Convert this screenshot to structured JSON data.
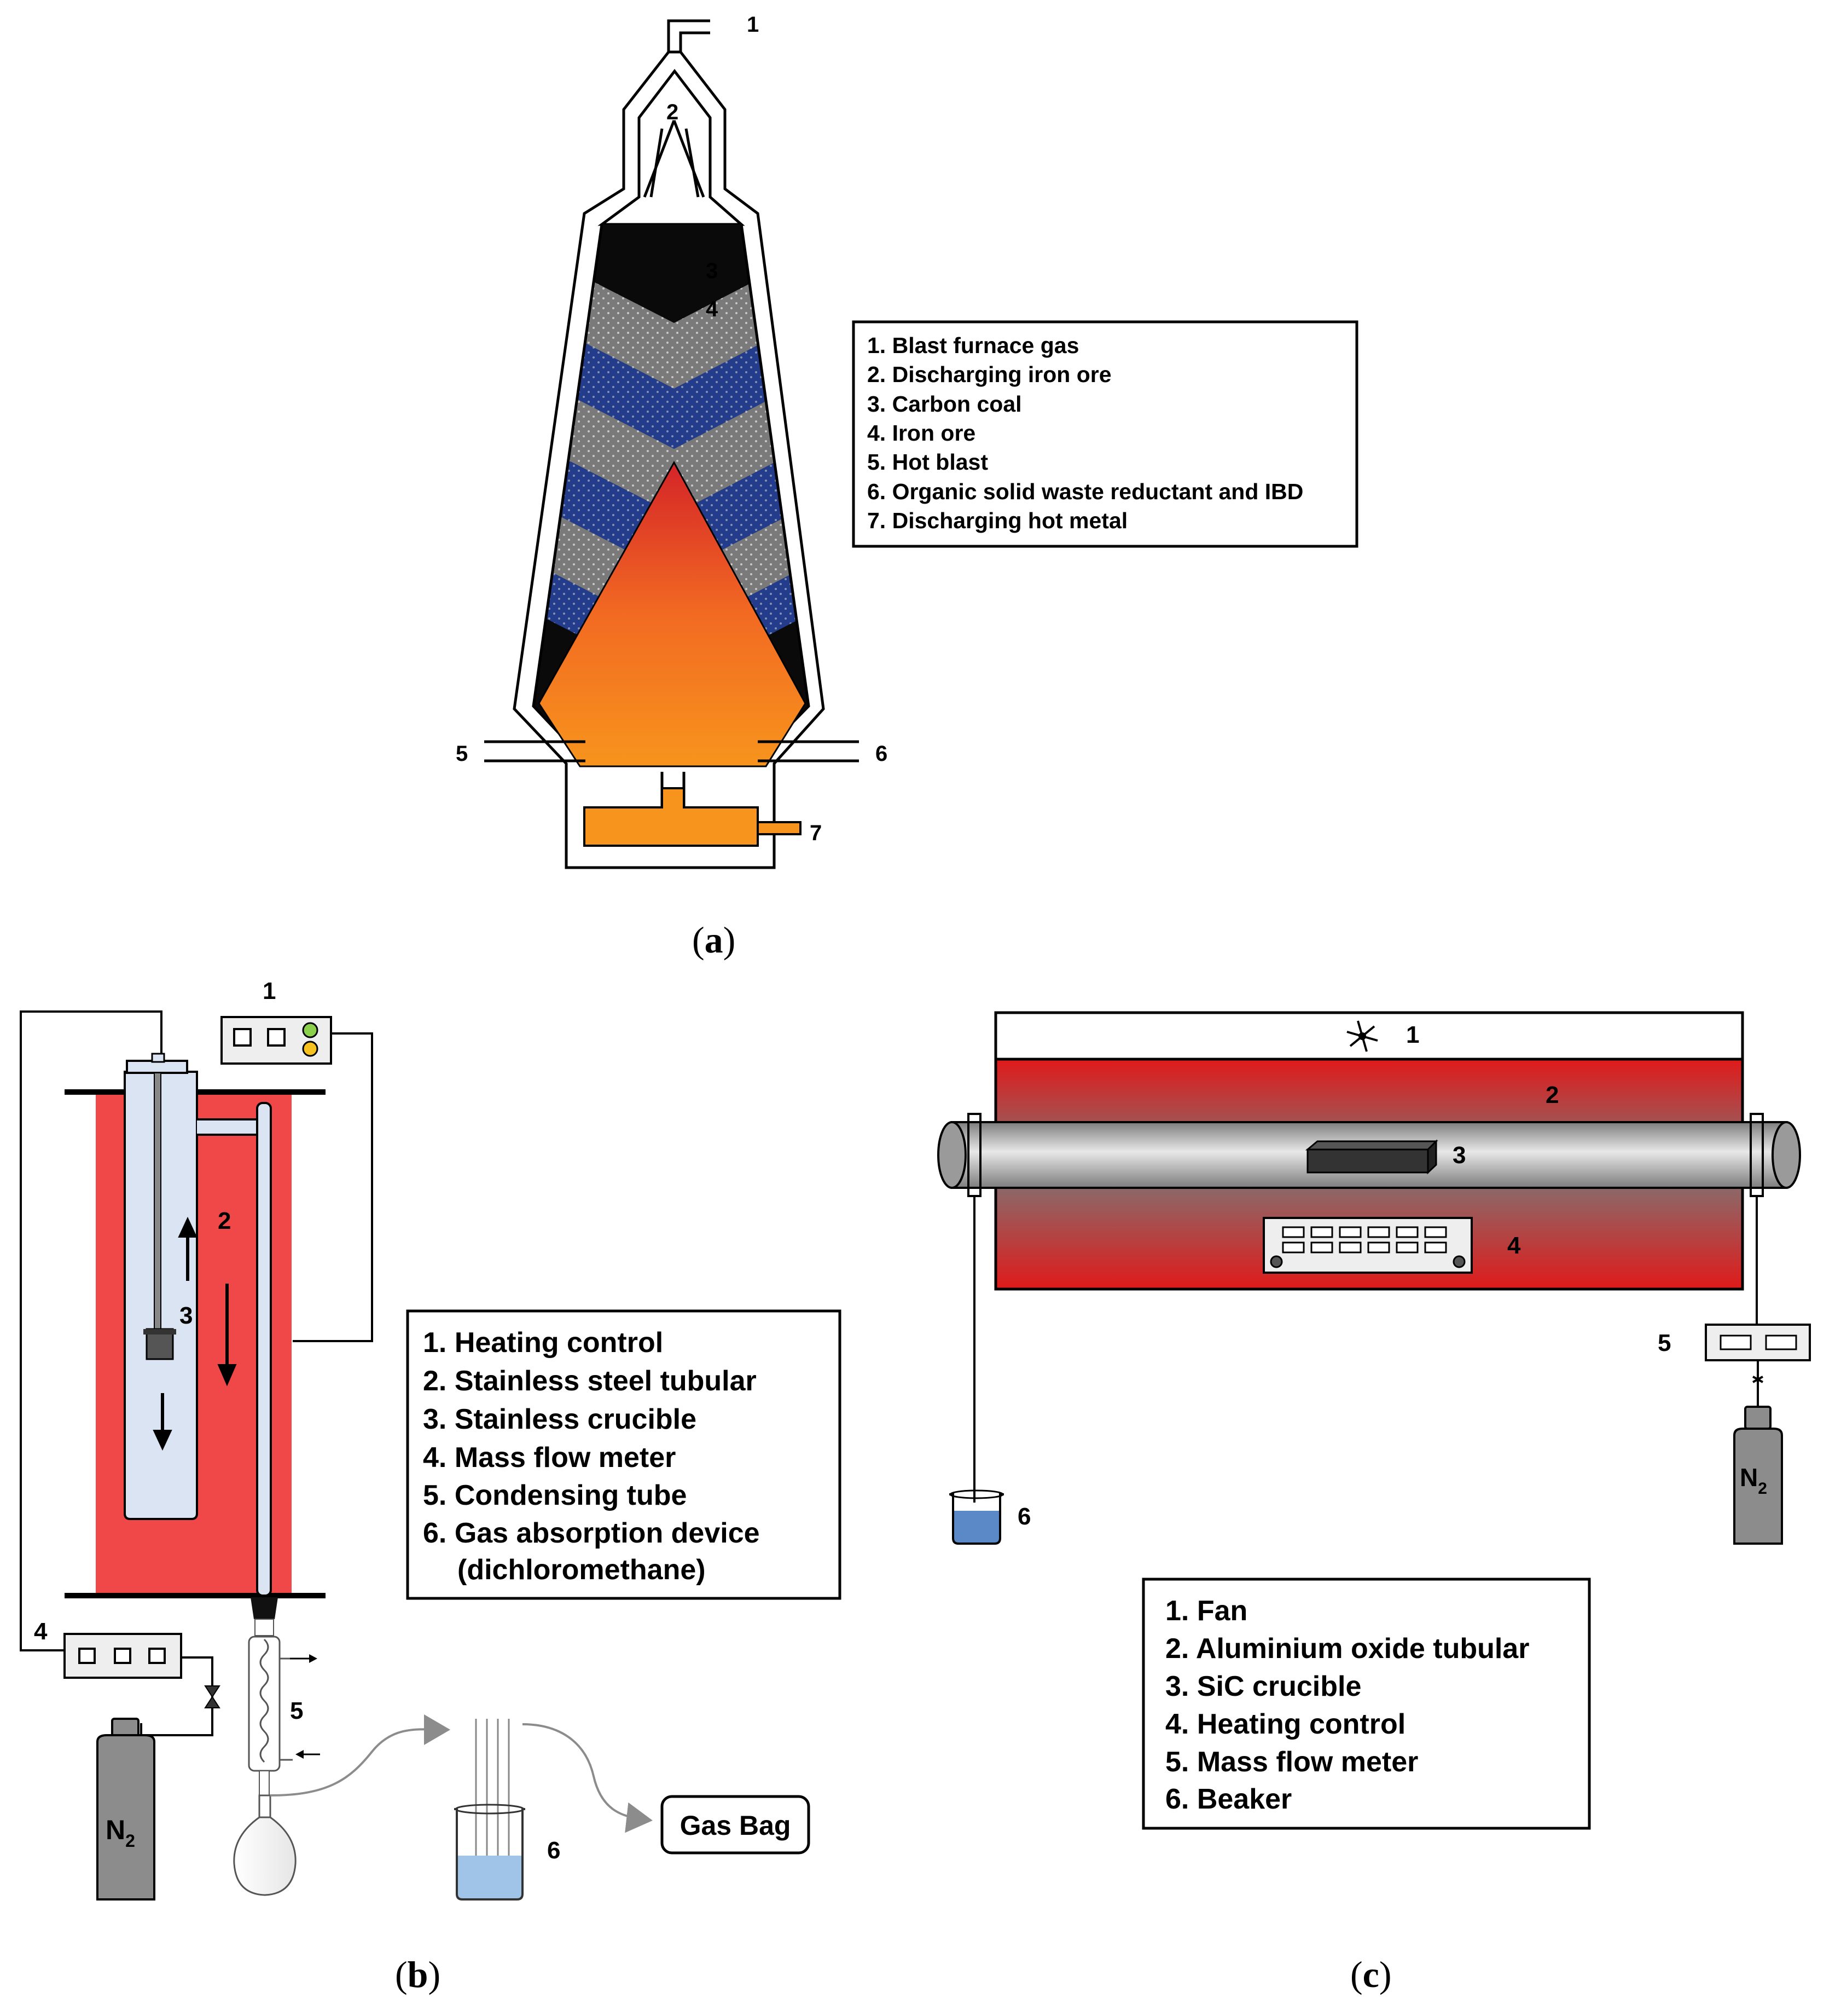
{
  "panel_a": {
    "caption_open": "(",
    "caption_letter": "a",
    "caption_close": ")",
    "callouts": [
      "1",
      "2",
      "3",
      "4",
      "5",
      "6",
      "7"
    ],
    "legend": [
      "1. Blast furnace gas",
      "2. Discharging iron ore",
      "3. Carbon coal",
      "4. Iron ore",
      "5. Hot blast",
      "6. Organic solid waste reductant and  IBD",
      "7. Discharging hot metal"
    ]
  },
  "panel_b": {
    "caption_open": "(",
    "caption_letter": "b",
    "caption_close": ")",
    "callouts": [
      "1",
      "2",
      "3",
      "4",
      "5",
      "6"
    ],
    "cylinder_label": "N",
    "cylinder_sub": "2",
    "gas_bag_label": "Gas Bag",
    "legend": [
      "1. Heating control",
      "2. Stainless steel tubular",
      "3. Stainless crucible",
      "4. Mass flow meter",
      "5. Condensing tube",
      "6. Gas absorption device",
      "(dichloromethane)"
    ]
  },
  "panel_c": {
    "caption_open": "(",
    "caption_letter": "c",
    "caption_close": ")",
    "callouts": [
      "1",
      "2",
      "3",
      "4",
      "5",
      "6"
    ],
    "cylinder_label": "N",
    "cylinder_sub": "2",
    "legend": [
      "1. Fan",
      "2. Aluminium oxide tubular",
      "3. SiC crucible",
      "4. Heating control",
      "5. Mass flow meter",
      "6. Beaker"
    ]
  },
  "colors": {
    "furnace_gray": "#7a7a7a",
    "furnace_blue": "#233c8c",
    "flame_top": "#d8262a",
    "flame_bottom": "#f7941d",
    "hot_metal": "#f7941d",
    "tube_red": "#f04848",
    "tube_inner": "#dbe4f2",
    "furnace_c_red": "#e02020",
    "liquid_blue": "#9fc4e8"
  }
}
